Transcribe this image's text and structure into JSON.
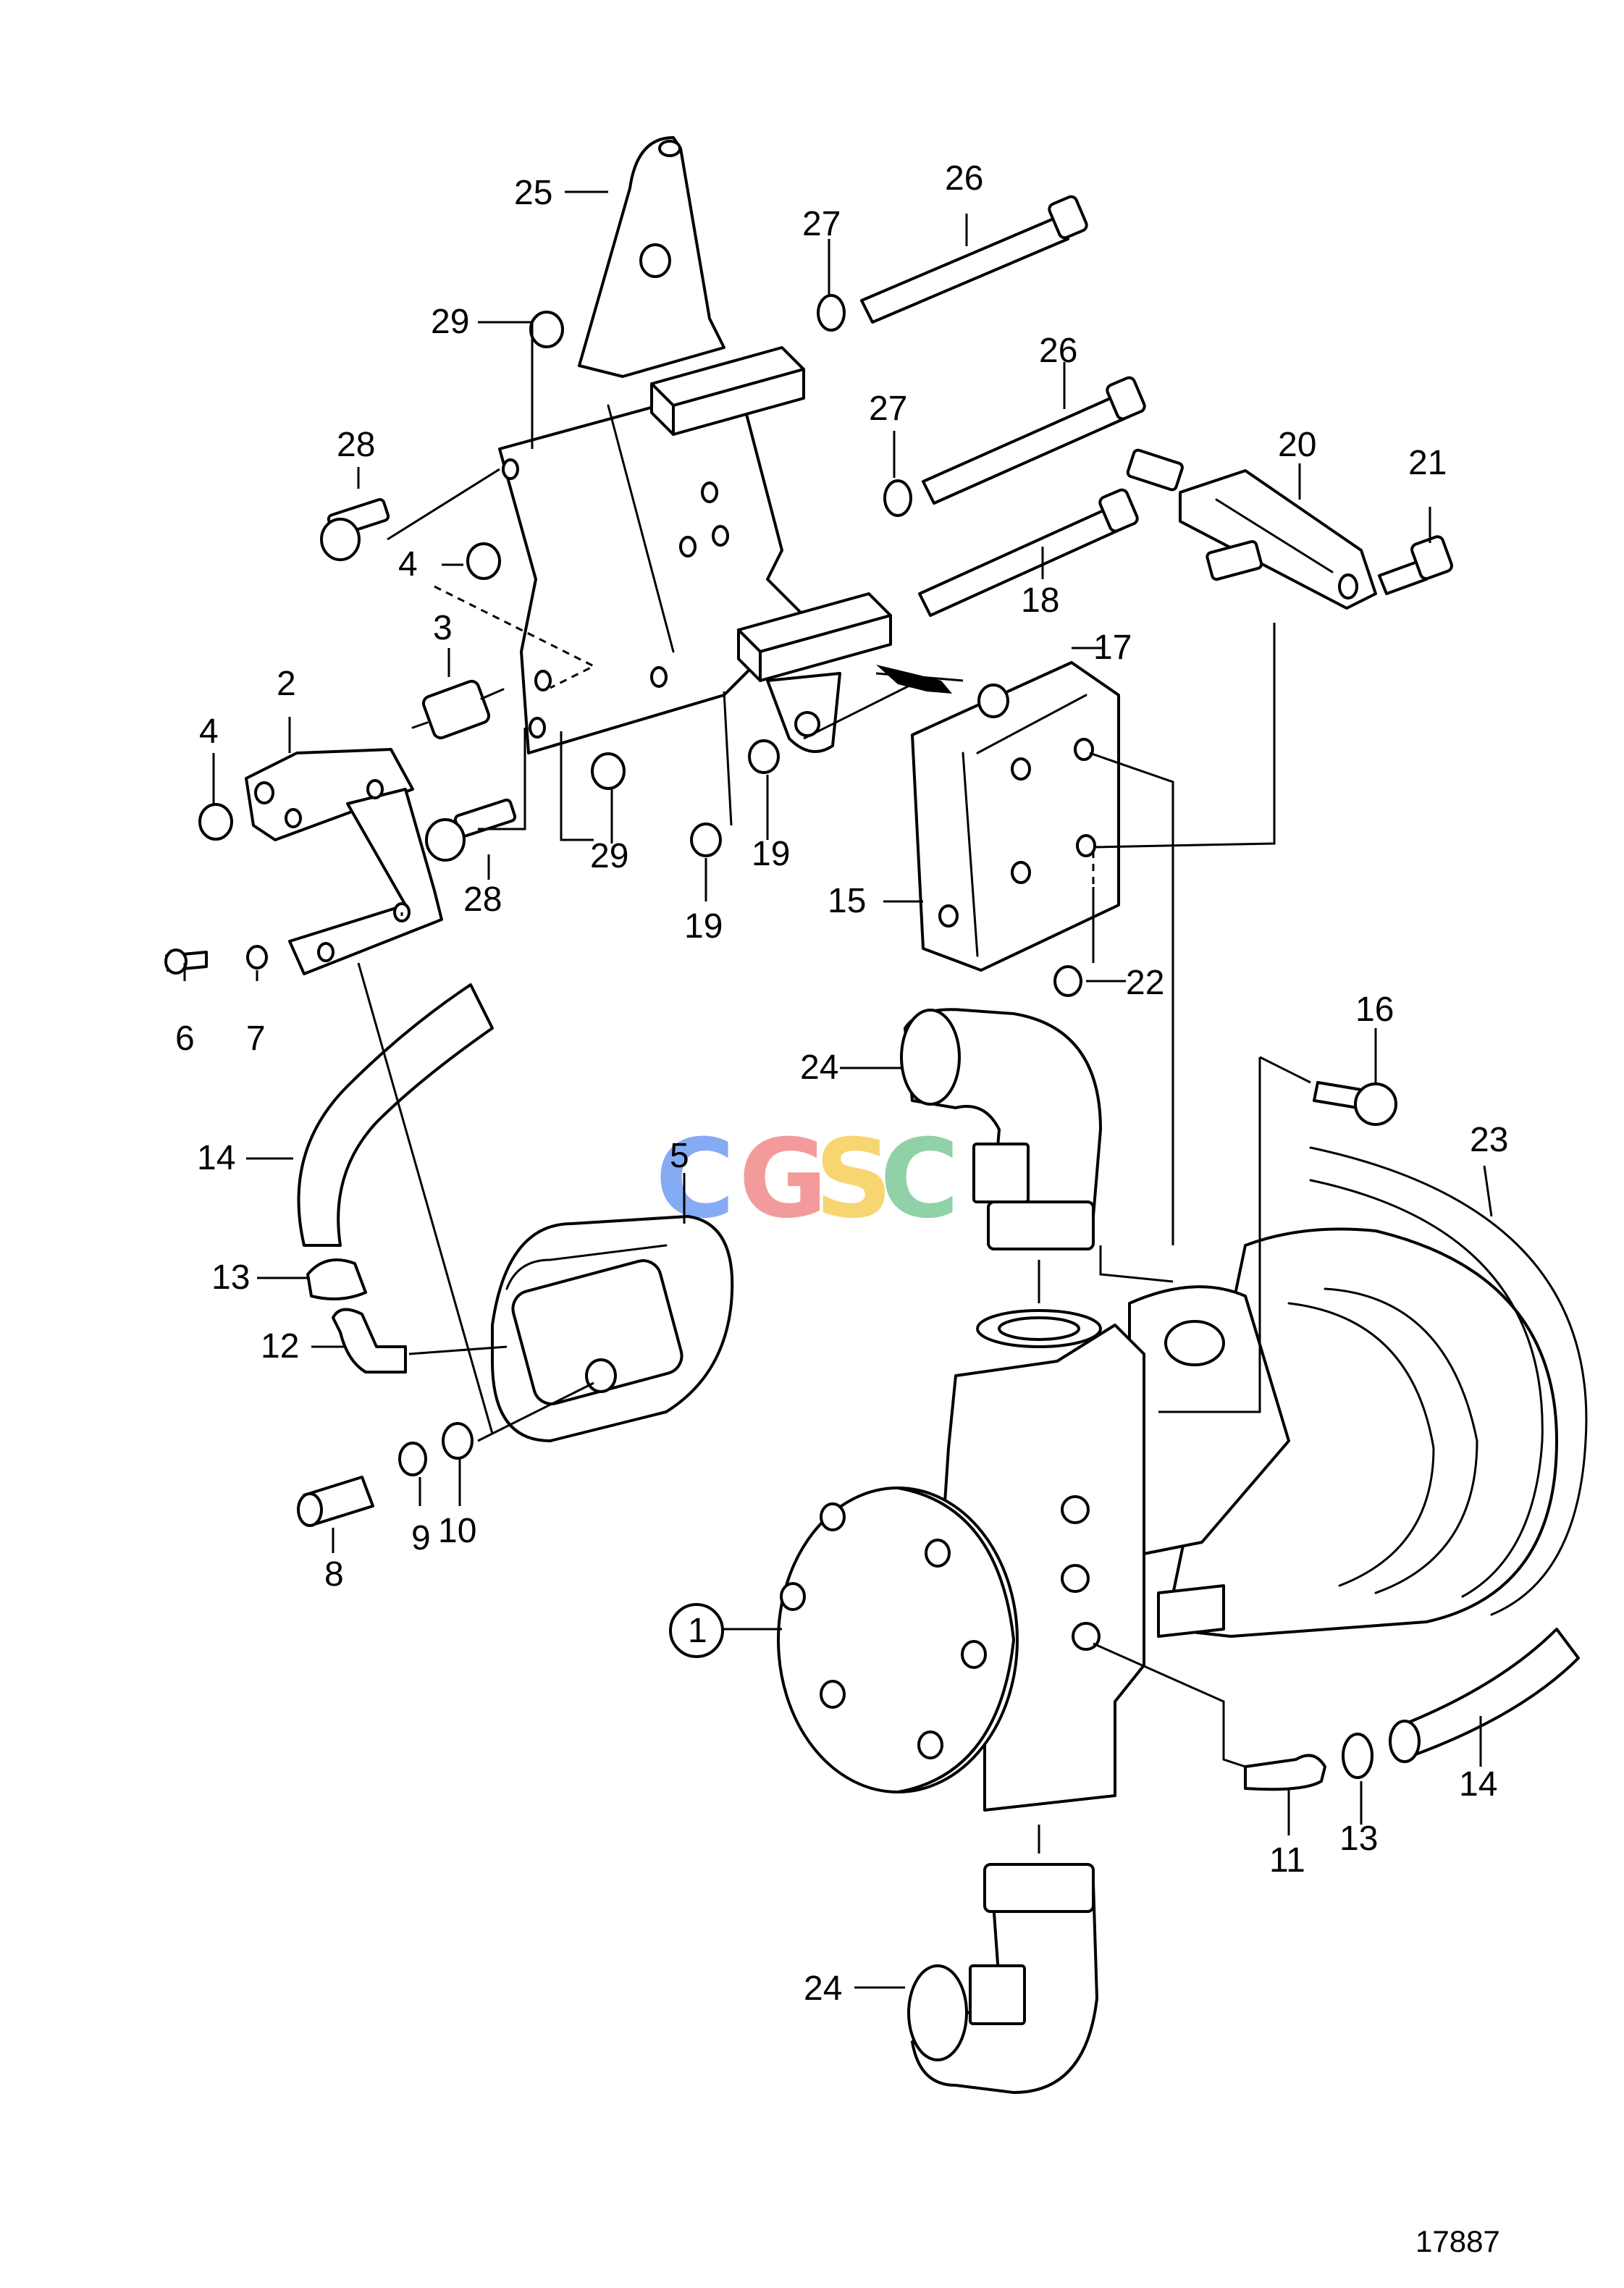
{
  "watermark": {
    "letters": [
      "C",
      "G",
      "S",
      "C"
    ],
    "colors": [
      "#5b8ff0",
      "#f07a7a",
      "#f5c842",
      "#6cc28a"
    ]
  },
  "callouts": {
    "c1": "1",
    "c2": "2",
    "c3": "3",
    "c4a": "4",
    "c4b": "4",
    "c5": "5",
    "c6": "6",
    "c7": "7",
    "c8": "8",
    "c9": "9",
    "c10": "10",
    "c11": "11",
    "c12": "12",
    "c13a": "13",
    "c13b": "13",
    "c14a": "14",
    "c14b": "14",
    "c15": "15",
    "c16": "16",
    "c17": "17",
    "c18": "18",
    "c19a": "19",
    "c19b": "19",
    "c20": "20",
    "c21": "21",
    "c22": "22",
    "c23": "23",
    "c24a": "24",
    "c24b": "24",
    "c25": "25",
    "c26a": "26",
    "c26b": "26",
    "c27a": "27",
    "c27b": "27",
    "c28a": "28",
    "c28b": "28",
    "c29a": "29",
    "c29b": "29"
  },
  "drawing_number": "17887"
}
